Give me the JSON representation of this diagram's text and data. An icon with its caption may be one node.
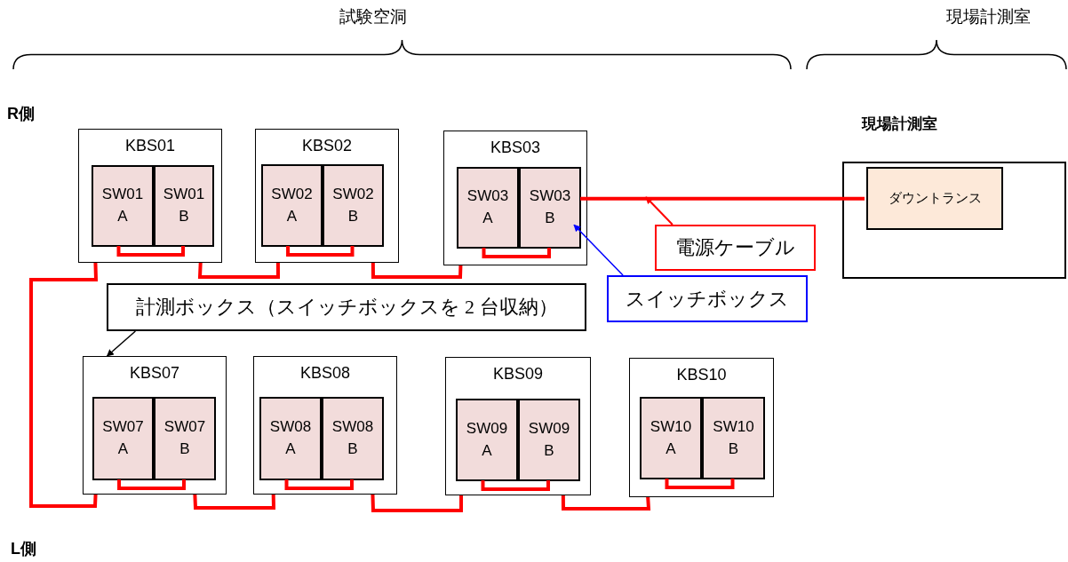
{
  "diagram": {
    "nodes": [
      {
        "text": [
          "KBS01"
        ]
      },
      {
        "text": [
          "SW01 A"
        ],
        "in": 0
      },
      {
        "text": [
          "SW01 B"
        ],
        "in": 0
      },
      {
        "text": [
          "KBS02"
        ]
      },
      {
        "text": [
          "SW02 A"
        ],
        "in": 3
      },
      {
        "text": [
          "SW02 B"
        ],
        "in": 3
      },
      {
        "text": [
          "KBS03"
        ]
      },
      {
        "text": [
          "SW03 A"
        ],
        "in": 6
      },
      {
        "text": [
          "SW03 B"
        ],
        "in": 6
      },
      {
        "text": [
          "KBS07"
        ]
      },
      {
        "text": [
          "SW07 A"
        ],
        "in": 9
      },
      {
        "text": [
          "SW07 B"
        ],
        "in": 9
      },
      {
        "text": [
          "KBS08"
        ]
      },
      {
        "text": [
          "SW08 A"
        ],
        "in": 12
      },
      {
        "text": [
          "SW08 B"
        ],
        "in": 12
      },
      {
        "text": [
          "KBS09"
        ]
      },
      {
        "text": [
          "SW09 A"
        ],
        "in": 15
      },
      {
        "text": [
          "SW09 B"
        ],
        "in": 15
      },
      {
        "text": [
          "KBS10"
        ]
      },
      {
        "text": [
          "SW10 A"
        ],
        "in": 18
      },
      {
        "text": [
          "SW10 B"
        ],
        "in": 18
      },
      {
        "text": [
          "現場計測室"
        ]
      },
      {
        "text": [
          "ダウントランス"
        ],
        "in": 21
      },
      {
        "text": [
          "電源ケーブル"
        ]
      },
      {
        "text": [
          "スイッチボックス"
        ]
      },
      {
        "text": [
          "計測ボックス（スイッチボックスを 2 台収納）"
        ]
      }
    ],
    "edges": [
      {
        "from": 1,
        "to": 2,
        "arrow": "none"
      },
      {
        "from": 4,
        "to": 5,
        "arrow": "none"
      },
      {
        "from": 7,
        "to": 8,
        "arrow": "none"
      },
      {
        "from": 10,
        "to": 11,
        "arrow": "none"
      },
      {
        "from": 13,
        "to": 14,
        "arrow": "none"
      },
      {
        "from": 16,
        "to": 17,
        "arrow": "none"
      },
      {
        "from": 19,
        "to": 20,
        "arrow": "none"
      },
      {
        "from": 0,
        "to": 9,
        "arrow": "none"
      },
      {
        "from": 0,
        "to": 3,
        "arrow": "none"
      },
      {
        "from": 3,
        "to": 6,
        "arrow": "none"
      },
      {
        "from": 9,
        "to": 12,
        "arrow": "none"
      },
      {
        "from": 12,
        "to": 15,
        "arrow": "none"
      },
      {
        "from": 15,
        "to": 18,
        "arrow": "none"
      },
      {
        "from": 8,
        "to": 22,
        "arrow": "none"
      },
      {
        "from": 23,
        "to": null,
        "arrow": "to"
      },
      {
        "from": 24,
        "to": 8,
        "arrow": "to",
        "color": "#0000ff"
      },
      {
        "from": 25,
        "to": 9,
        "arrow": "to",
        "color": "#000000"
      }
    ],
    "labels": [
      "試験空洞",
      "現場計測室",
      "R側",
      "L側"
    ]
  }
}
